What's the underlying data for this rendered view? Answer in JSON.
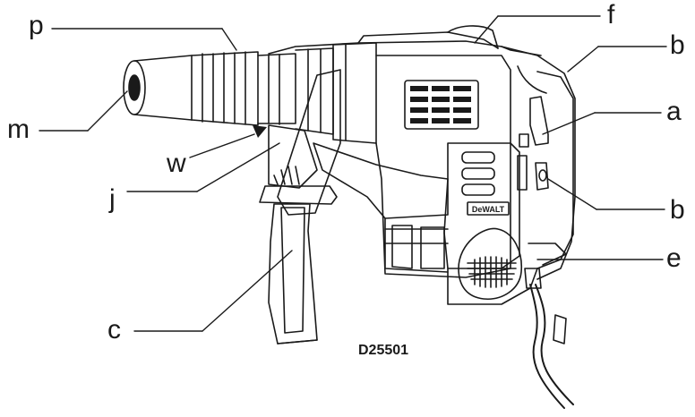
{
  "figure": {
    "model_code": "D25501",
    "brand_badge": "DeWALT",
    "callouts": {
      "p": "p",
      "f": "f",
      "b_top": "b",
      "a": "a",
      "m": "m",
      "w": "w",
      "j": "j",
      "b_side": "b",
      "e": "e",
      "c": "c"
    }
  }
}
